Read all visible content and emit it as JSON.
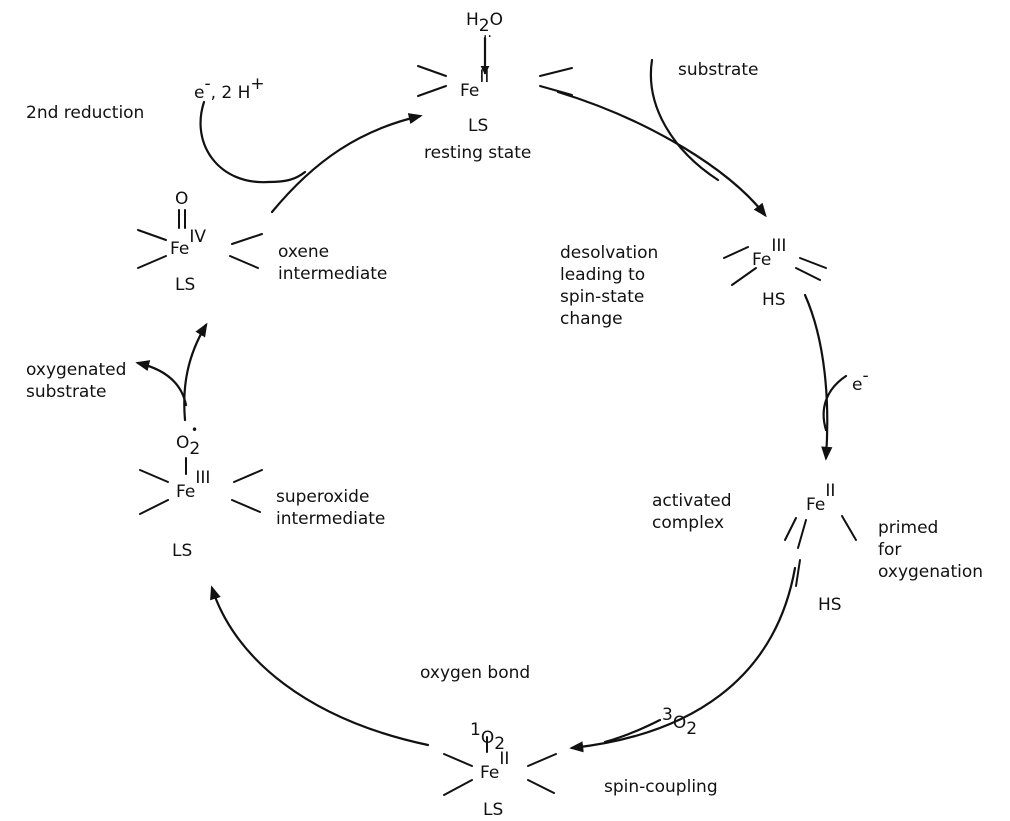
{
  "complexes": {
    "resting": {
      "metal": "Fe",
      "ox": "II",
      "spin": "LS",
      "caption": "resting state",
      "ligand_top": "H",
      "ligand_top_sub": "2",
      "ligand_top_end": "O",
      "lone_pair": "··"
    },
    "fe3_hs": {
      "metal": "Fe",
      "ox": "III",
      "spin": "HS"
    },
    "fe2_hs": {
      "metal": "Fe",
      "ox": "II",
      "spin": "HS"
    },
    "oxygen": {
      "metal": "Fe",
      "ox": "II",
      "spin": "LS",
      "ligand_pre": "1",
      "ligand": "O",
      "ligand_sub": "2"
    },
    "superoxide": {
      "metal": "Fe",
      "ox": "III",
      "spin": "LS",
      "ligand": "O",
      "ligand_sub": "2",
      "radical": "•"
    },
    "oxene": {
      "metal": "Fe",
      "ox": "IV",
      "spin": "LS",
      "ligand": "O"
    }
  },
  "labels": {
    "substrate": "substrate",
    "desolvation": [
      "desolvation",
      "leading to",
      "spin-state",
      "change"
    ],
    "electron": "e",
    "electron_charge": "-",
    "activated": [
      "activated",
      "complex"
    ],
    "primed": [
      "primed",
      "for",
      "oxygenation"
    ],
    "oxygen_bond": "oxygen bond",
    "triplet_pre": "3",
    "triplet_o": "O",
    "triplet_sub": "2",
    "spin_coupling": "spin-coupling",
    "superoxide": [
      "superoxide",
      "intermediate"
    ],
    "oxygenated": [
      "oxygenated",
      "substrate"
    ],
    "oxene": [
      "oxene",
      "intermediate"
    ],
    "second_reduction": "2nd reduction",
    "reduction_e": "e",
    "reduction_charge": "-",
    "reduction_protons": ", 2 H",
    "reduction_plus": "+"
  }
}
